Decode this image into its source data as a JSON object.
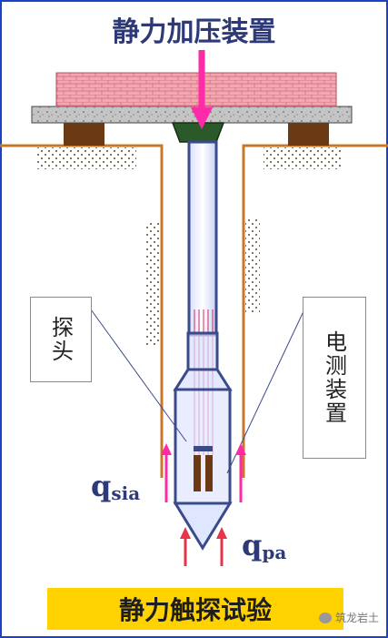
{
  "title": "静力加压装置",
  "probe_label": "探头",
  "sensor_label": "电测装置",
  "q_side": {
    "main": "q",
    "sub": "sia"
  },
  "q_tip": {
    "main": "q",
    "sub": "pa"
  },
  "bottom_title": "静力触探试验",
  "watermark": "筑龙岩土",
  "colors": {
    "frame": "#1b44c4",
    "brick": "#f4a6b0",
    "concrete": "#b8b8b8",
    "soil_line": "#c8782a",
    "rod": "#3a4a8a",
    "arrow_magenta": "#ff2aa8",
    "arrow_red": "#e8344b",
    "banner": "#ffd200"
  }
}
